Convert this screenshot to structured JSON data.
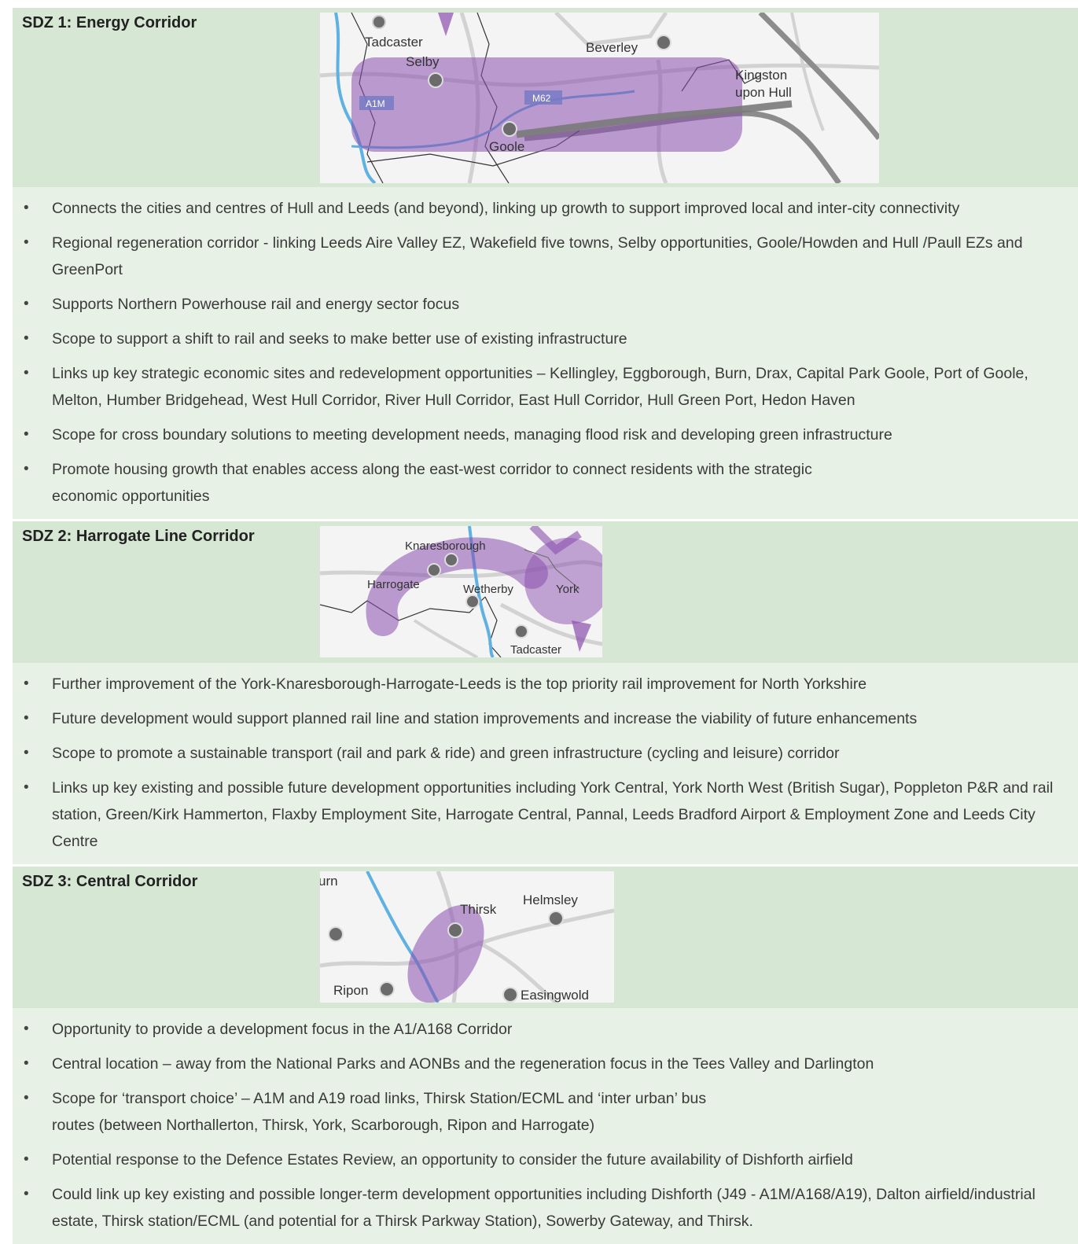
{
  "sections": [
    {
      "title": "SDZ 1: Energy Corridor",
      "map_labels": {
        "tadcaster": "Tadcaster",
        "selby": "Selby",
        "beverley": "Beverley",
        "kingston": "Kingston",
        "upon_hull": "upon Hull",
        "goole": "Goole",
        "a1m": "A1M",
        "m62": "M62"
      },
      "bullets": [
        "Connects the cities and centres of Hull and Leeds (and beyond), linking up growth to support improved local and inter-city connectivity",
        "Regional regeneration corridor - linking Leeds Aire Valley EZ, Wakefield five towns, Selby opportunities, Goole/Howden and Hull /Paull EZs and GreenPort",
        "Supports Northern Powerhouse rail and energy sector focus",
        "Scope to support a shift to rail and seeks to make better use of existing infrastructure",
        "Links up key strategic economic sites and redevelopment opportunities – Kellingley, Eggborough, Burn, Drax, Capital Park Goole, Port of Goole, Melton, Humber Bridgehead, West Hull Corridor, River Hull Corridor, East Hull Corridor, Hull Green Port, Hedon Haven",
        "Scope for cross boundary solutions to meeting development needs, managing flood risk and developing green infrastructure",
        "Promote housing growth that enables access along the east-west corridor to connect residents with the strategic\neconomic opportunities"
      ]
    },
    {
      "title": "SDZ 2: Harrogate Line Corridor",
      "map_labels": {
        "knaresborough": "Knaresborough",
        "harrogate": "Harrogate",
        "wetherby": "Wetherby",
        "york": "York",
        "tadcaster": "Tadcaster"
      },
      "bullets": [
        "Further improvement of the York-Knaresborough-Harrogate-Leeds is the top priority rail improvement for North Yorkshire",
        "Future development would support planned rail line and station improvements and increase the viability of future enhancements",
        "Scope to promote a sustainable transport (rail and park & ride) and green infrastructure (cycling and leisure) corridor",
        "Links up key existing and possible future development opportunities including York Central, York North West (British Sugar), Poppleton P&R and rail station, Green/Kirk Hammerton, Flaxby Employment Site, Harrogate Central, Pannal, Leeds Bradford Airport & Employment Zone and Leeds City Centre"
      ]
    },
    {
      "title": "SDZ 3: Central Corridor",
      "map_labels": {
        "urn": "urn",
        "thirsk": "Thirsk",
        "helmsley": "Helmsley",
        "ripon": "Ripon",
        "easingwold": "Easingwold"
      },
      "bullets": [
        "Opportunity to provide a development focus in the A1/A168 Corridor",
        "Central location – away from the National Parks and AONBs and the regeneration focus in the Tees Valley and Darlington",
        "Scope for ‘transport choice’ – A1M and A19 road links, Thirsk Station/ECML and ‘inter urban’ bus\nroutes (between Northallerton, Thirsk, York, Scarborough, Ripon and Harrogate)",
        "Potential response to the Defence Estates Review, an opportunity to consider the future availability of Dishforth airfield",
        "Could link up key existing and possible longer-term development opportunities including Dishforth (J49 - A1M/A168/A19), Dalton airfield/industrial estate, Thirsk station/ECML (and potential for a Thirsk Parkway Station), Sowerby Gateway, and Thirsk."
      ]
    }
  ]
}
